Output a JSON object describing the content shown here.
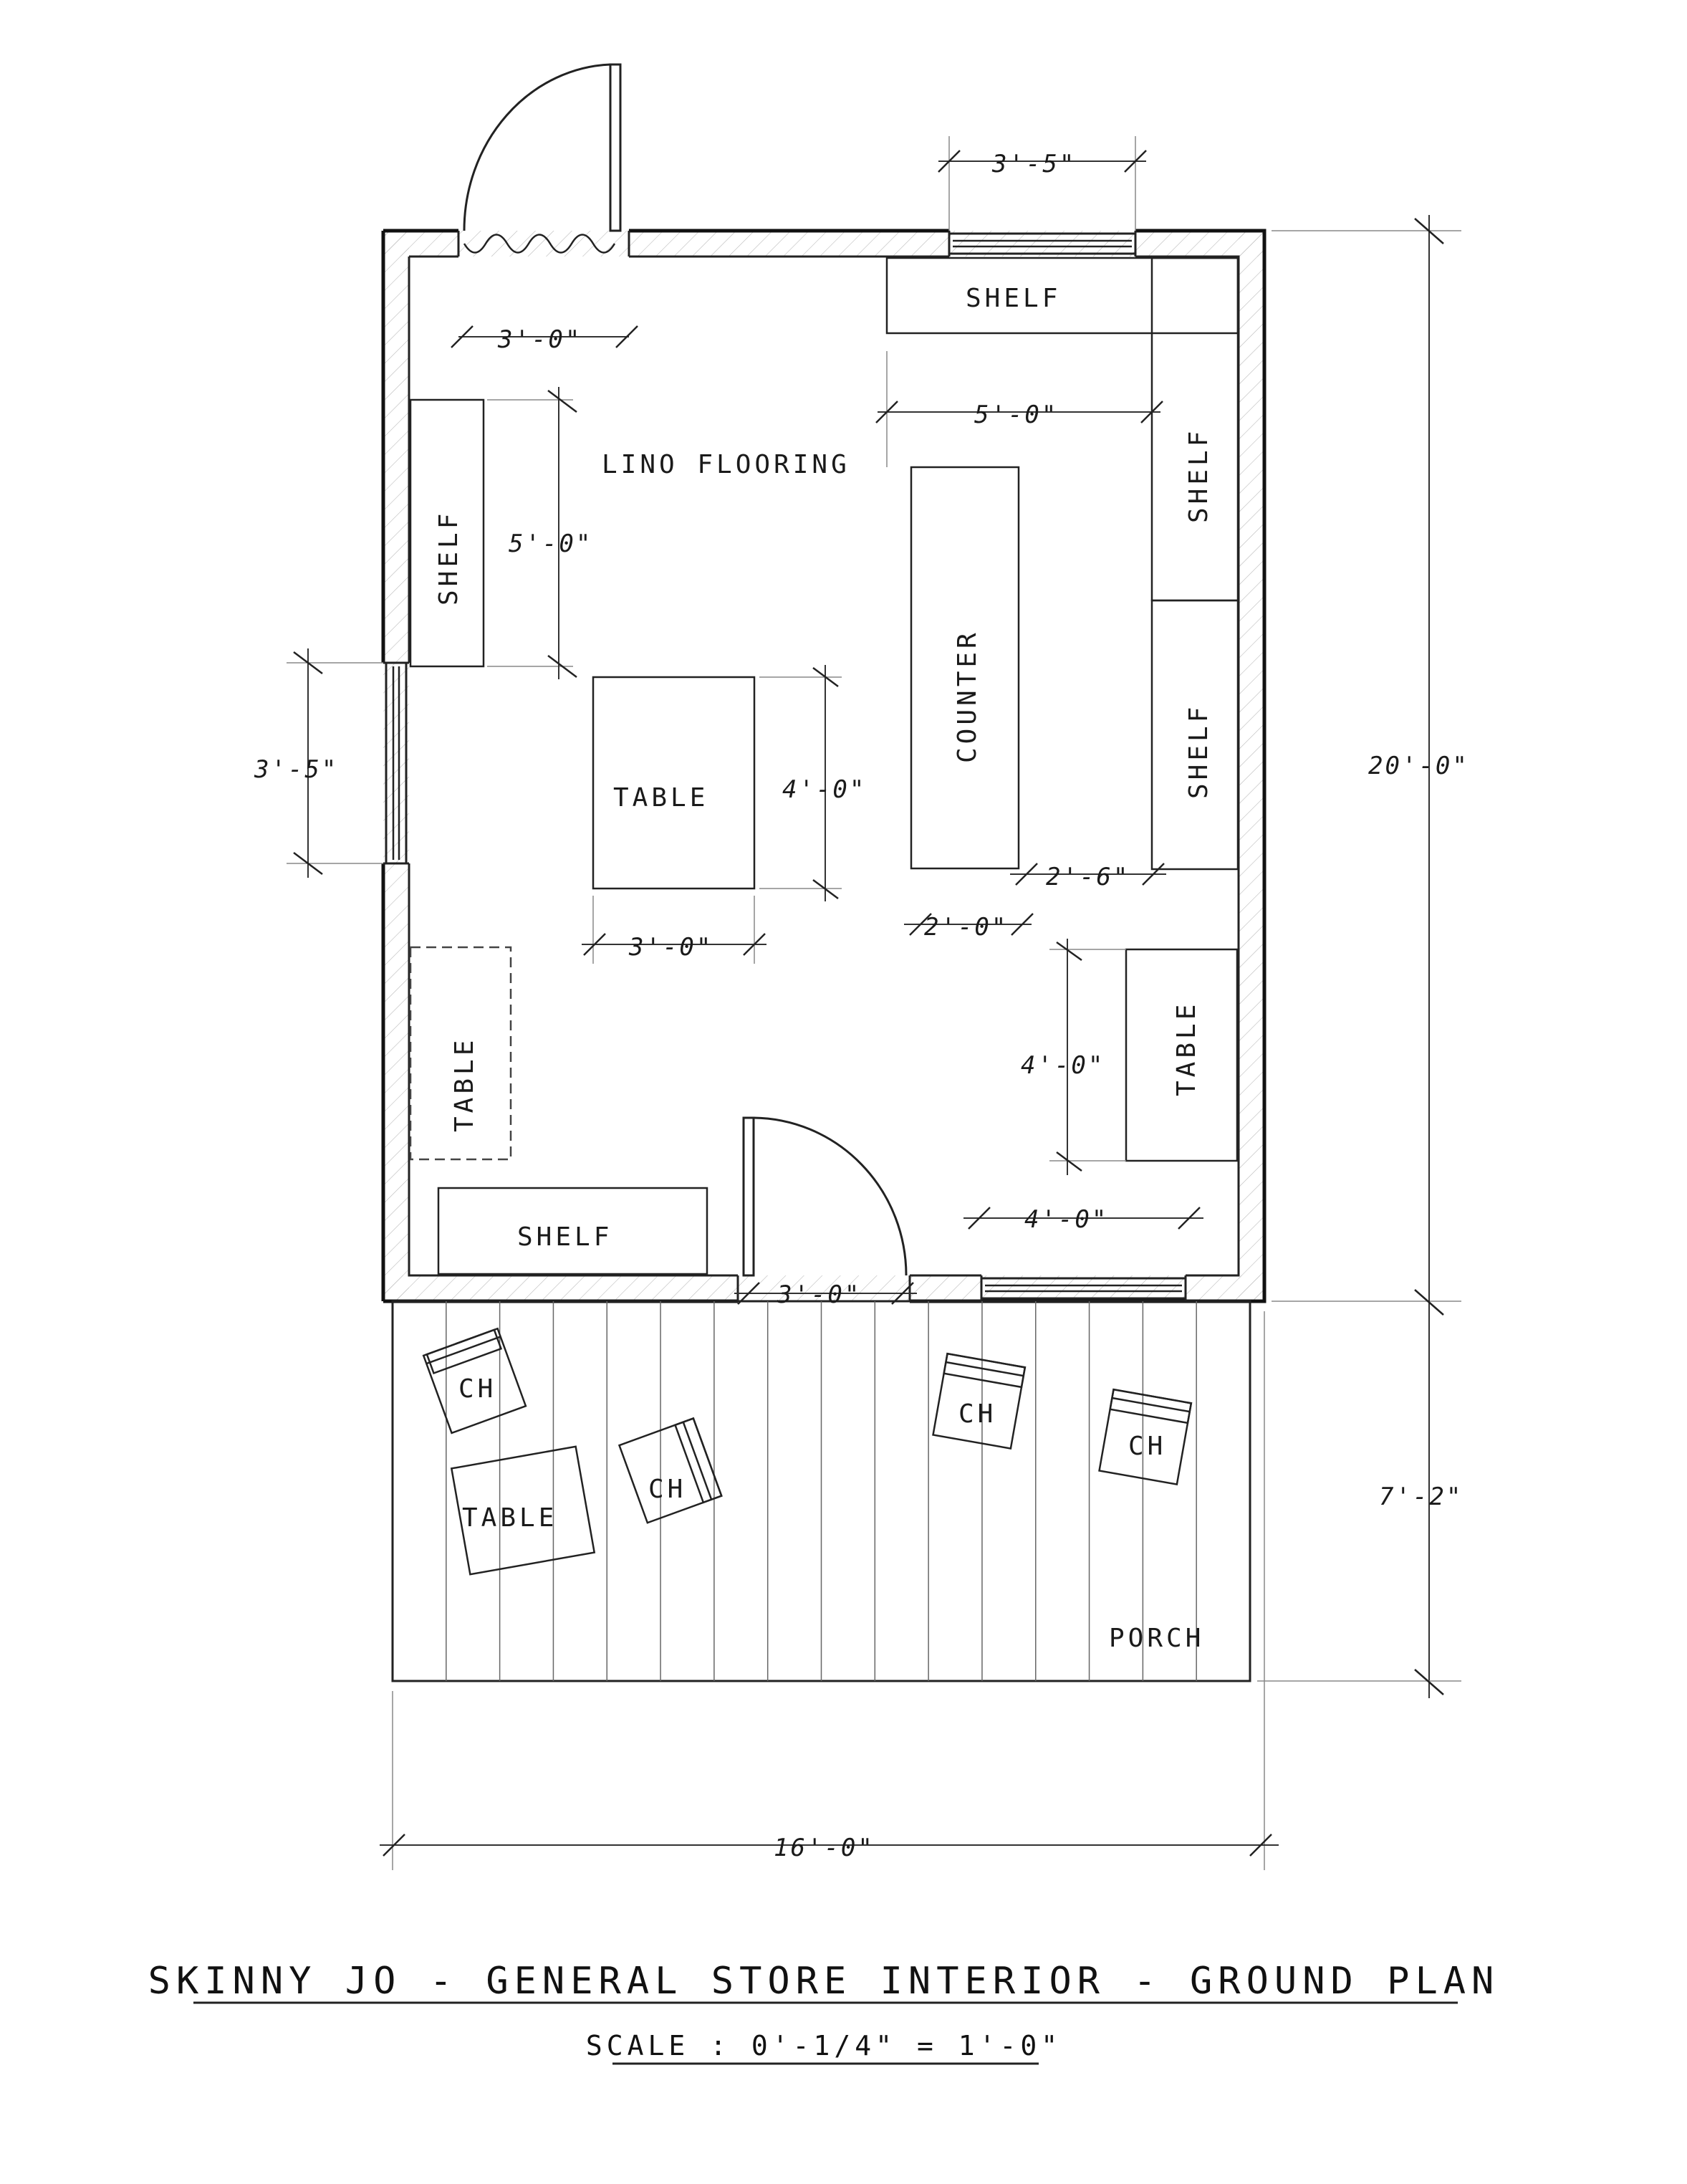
{
  "plan": {
    "title": "SKINNY JO - GENERAL STORE INTERIOR - GROUND PLAN",
    "scale": "SCALE : 0'-1/4\" = 1'-0\""
  },
  "rooms": {
    "floor_label": "LINO FLOORING",
    "porch_label": "PORCH"
  },
  "furniture": {
    "shelf_top": "SHELF",
    "shelf_right_upper": "SHELF",
    "shelf_right_lower": "SHELF",
    "shelf_left": "SHELF",
    "shelf_bottom": "SHELF",
    "counter": "COUNTER",
    "table_center": "TABLE",
    "table_left": "TABLE",
    "table_right": "TABLE",
    "table_porch": "TABLE",
    "chair_1": "CH",
    "chair_2": "CH",
    "chair_3": "CH",
    "chair_4": "CH"
  },
  "dimensions": {
    "window_top": "3'-5\"",
    "door_top": "3'-0\"",
    "counter_offset": "5'-0\"",
    "shelf_left_len": "5'-0\"",
    "window_left": "3'-5\"",
    "table_len": "4'-0\"",
    "table_width": "3'-0\"",
    "counter_gap": "2'-6\"",
    "counter_width": "2'-0\"",
    "table_right_len": "4'-0\"",
    "window_bottom": "4'-0\"",
    "door_bottom": "3'-0\"",
    "overall_height": "20'-0\"",
    "porch_depth": "7'-2\"",
    "overall_width": "16'-0\""
  }
}
